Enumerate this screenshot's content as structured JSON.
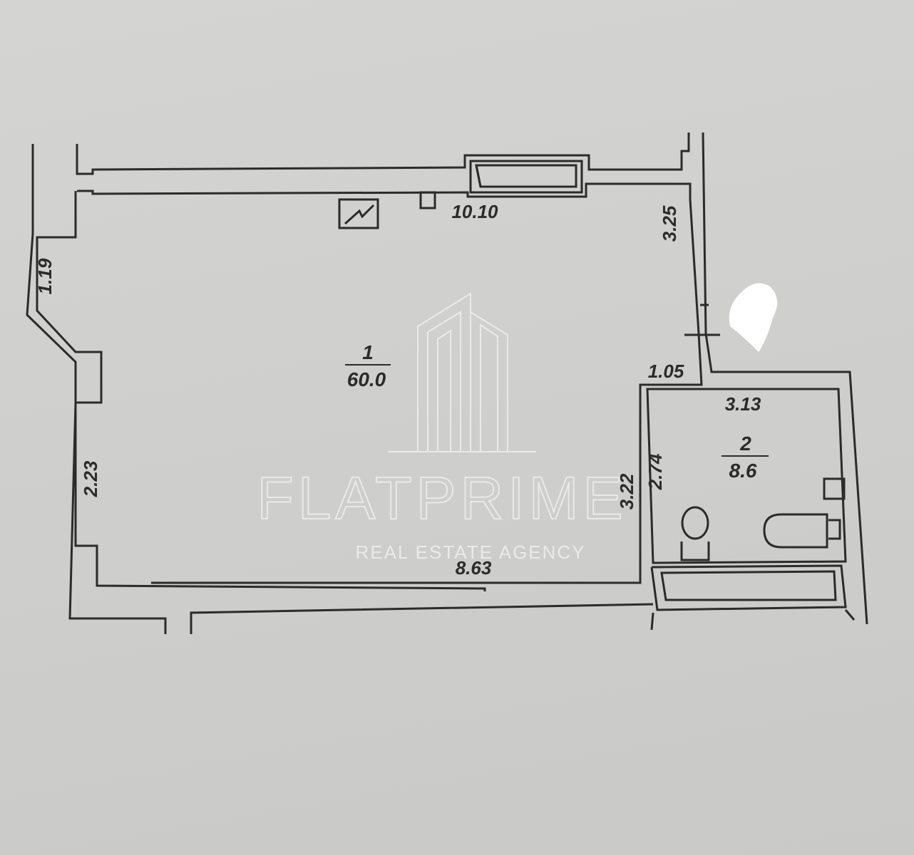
{
  "plan": {
    "room1": {
      "number": "1",
      "area": "60.0"
    },
    "room2": {
      "number": "2",
      "area": "8.6"
    },
    "dimensions": {
      "top": "10.10",
      "right_upper": "3.25",
      "left_upper": "1.19",
      "left_lower": "2.23",
      "bottom": "8.63",
      "step": "1.05",
      "bath_top": "3.13",
      "bath_wall": "2.74",
      "partition": "3.22"
    }
  },
  "watermark": {
    "brand": "FLATPRIME",
    "tagline": "REAL ESTATE AGENCY",
    "icon": "building-logo-icon"
  },
  "colors": {
    "line": "#2b2b2b",
    "paper": "#d2d2d1",
    "watermark": "#eeeeee"
  }
}
